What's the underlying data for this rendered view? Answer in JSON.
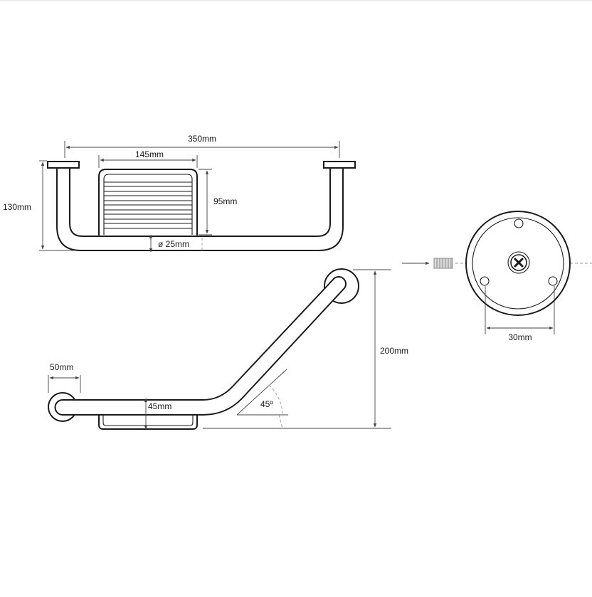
{
  "dimensions": {
    "overall_width": "350mm",
    "basket_width": "145mm",
    "basket_height": "95mm",
    "total_height": "130mm",
    "tube_diameter": "ø 25mm",
    "base_offset": "50mm",
    "basket_depth": "45mm",
    "angle": "45º",
    "rise": "200mm",
    "flange_spacing": "30mm"
  }
}
